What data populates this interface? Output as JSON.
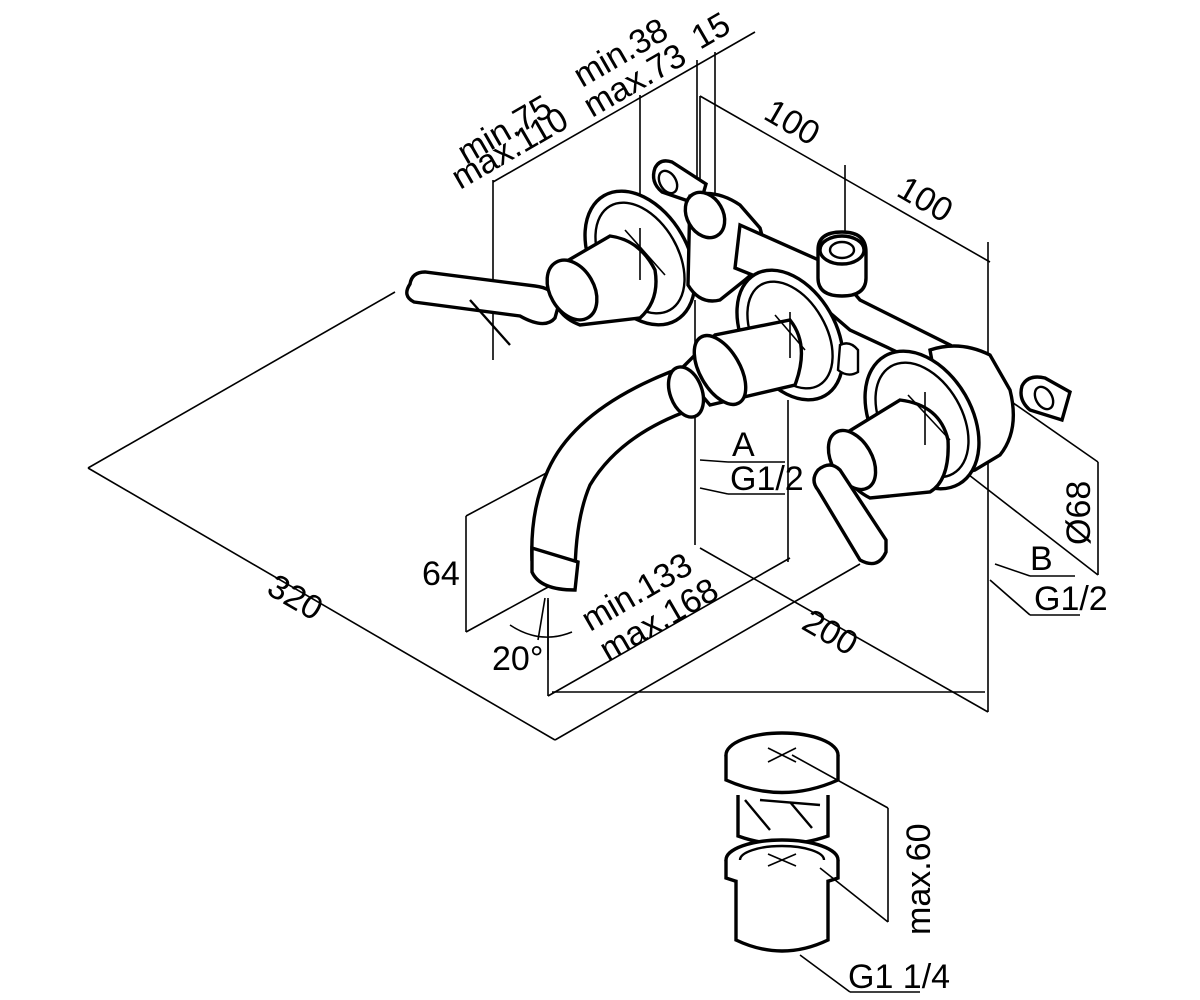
{
  "dimensions": {
    "min_75": "min.75",
    "max_110": "max.110",
    "min_38": "min.38",
    "max_73": "max.73",
    "d_15": "15",
    "d_100_a": "100",
    "d_100_b": "100",
    "d_320": "320",
    "d_64": "64",
    "angle_20": "20°",
    "min_133": "min.133",
    "max_168": "max.168",
    "d_200": "200",
    "label_a": "A",
    "g12_a": "G1/2",
    "label_b": "B",
    "g12_b": "G1/2",
    "dia_68": "Ø68",
    "max_60": "max.60",
    "g1_14": "G1 1/4"
  }
}
